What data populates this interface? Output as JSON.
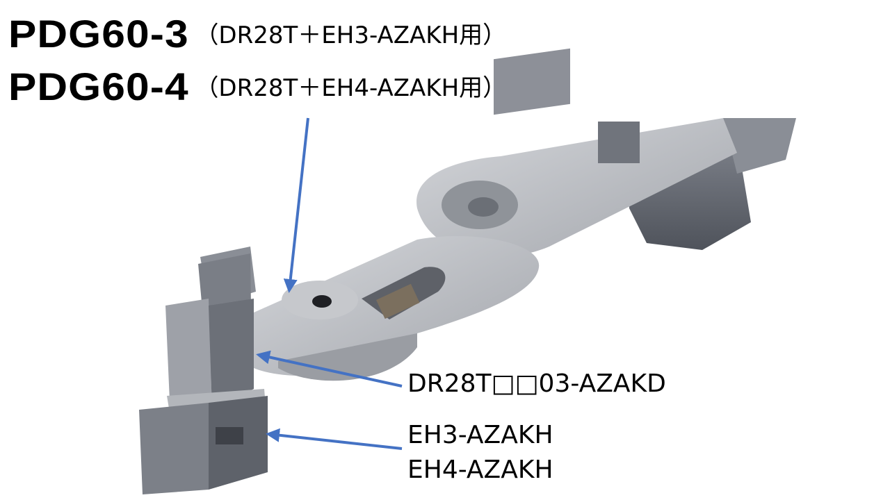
{
  "titles": [
    {
      "model": "PDG60-3",
      "detail": "（DR28T＋EH3-AZAKH用）"
    },
    {
      "model": "PDG60-4",
      "detail": "（DR28T＋EH4-AZAKH用）"
    }
  ],
  "callouts": {
    "actuator": "DR28T□□03-AZAKD",
    "gripper_1": "EH3-AZAKH",
    "gripper_2": "EH4-AZAKH"
  },
  "colors": {
    "arrow": "#4472C4",
    "metal": "#b9bcc2",
    "housing": "#6f737c"
  }
}
